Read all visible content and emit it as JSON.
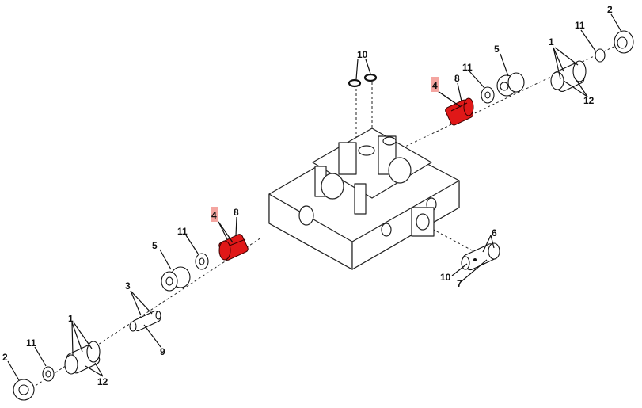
{
  "diagram": {
    "highlight_color": "#f4a5a0",
    "part_color_highlight": "#e01818",
    "callouts": {
      "c1_left": "1",
      "c1_right": "1",
      "c2_left": "2",
      "c2_right": "2",
      "c3": "3",
      "c4_left": "4",
      "c4_right": "4",
      "c5_left": "5",
      "c5_right": "5",
      "c6": "6",
      "c7": "7",
      "c8_left": "8",
      "c8_right": "8",
      "c9": "9",
      "c10_top": "10",
      "c10_bottom": "10",
      "c11_left_lower": "11",
      "c11_left_mid": "11",
      "c11_right_mid": "11",
      "c11_right_top": "11",
      "c12_left": "12",
      "c12_right": "12"
    }
  }
}
